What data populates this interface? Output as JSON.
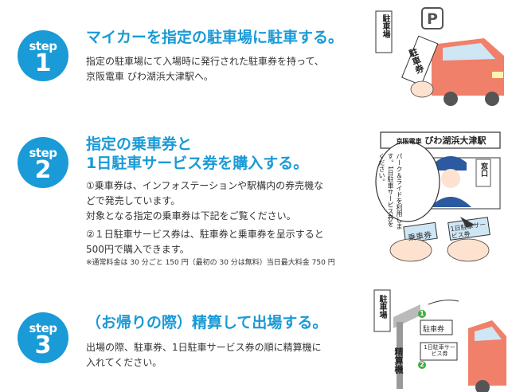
{
  "steps": [
    {
      "word": "step",
      "number": "1",
      "title": "マイカーを指定の駐車場に駐車する。",
      "lines": [
        "指定の駐車場にて入場時に発行された駐車券を持って、",
        "京阪電車 びわ湖浜大津駅へ。"
      ],
      "illustration": {
        "sign": "駐車場",
        "parking_glyph": "P",
        "ticket": "駐車券"
      }
    },
    {
      "word": "step",
      "number": "2",
      "title_lines": [
        "指定の乗車券と",
        "1日駐車サービス券を購入する。"
      ],
      "lines": [
        "①乗車券は、インフォステーションや駅構内の券売機な",
        "どで発売しています。",
        "対象となる指定の乗車券は下記をご覧ください。",
        "②１日駐車サービス券は、駐車券と乗車券を呈示すると",
        "500円で購入できます。"
      ],
      "note": "※通常料金は 30 分ごと 150 円（最初の 30 分は無料）当日最大料金 750 円",
      "illustration": {
        "station_brand": "京阪電車",
        "station_name": "びわ湖浜大津駅",
        "window": "窓口",
        "bubble": "パーク＆ライドを利用します。1日駐車サービス券をください。",
        "ticket1": "乗車券",
        "ticket2": "1日駐車サービス券"
      }
    },
    {
      "word": "step",
      "number": "3",
      "title": "（お帰りの際）精算して出場する。",
      "lines": [
        "出場の際、駐車券、1日駐車サービス券の順に精算機に",
        "入れてください。"
      ],
      "illustration": {
        "sign": "駐車場",
        "machine": "精算機",
        "marker1": "1",
        "marker2": "2",
        "slot1": "駐車券",
        "slot2": "1日駐車サービス券"
      }
    }
  ],
  "colors": {
    "accent": "#1a9ad6",
    "car": "#f0806a",
    "green": "#3fae3f"
  }
}
